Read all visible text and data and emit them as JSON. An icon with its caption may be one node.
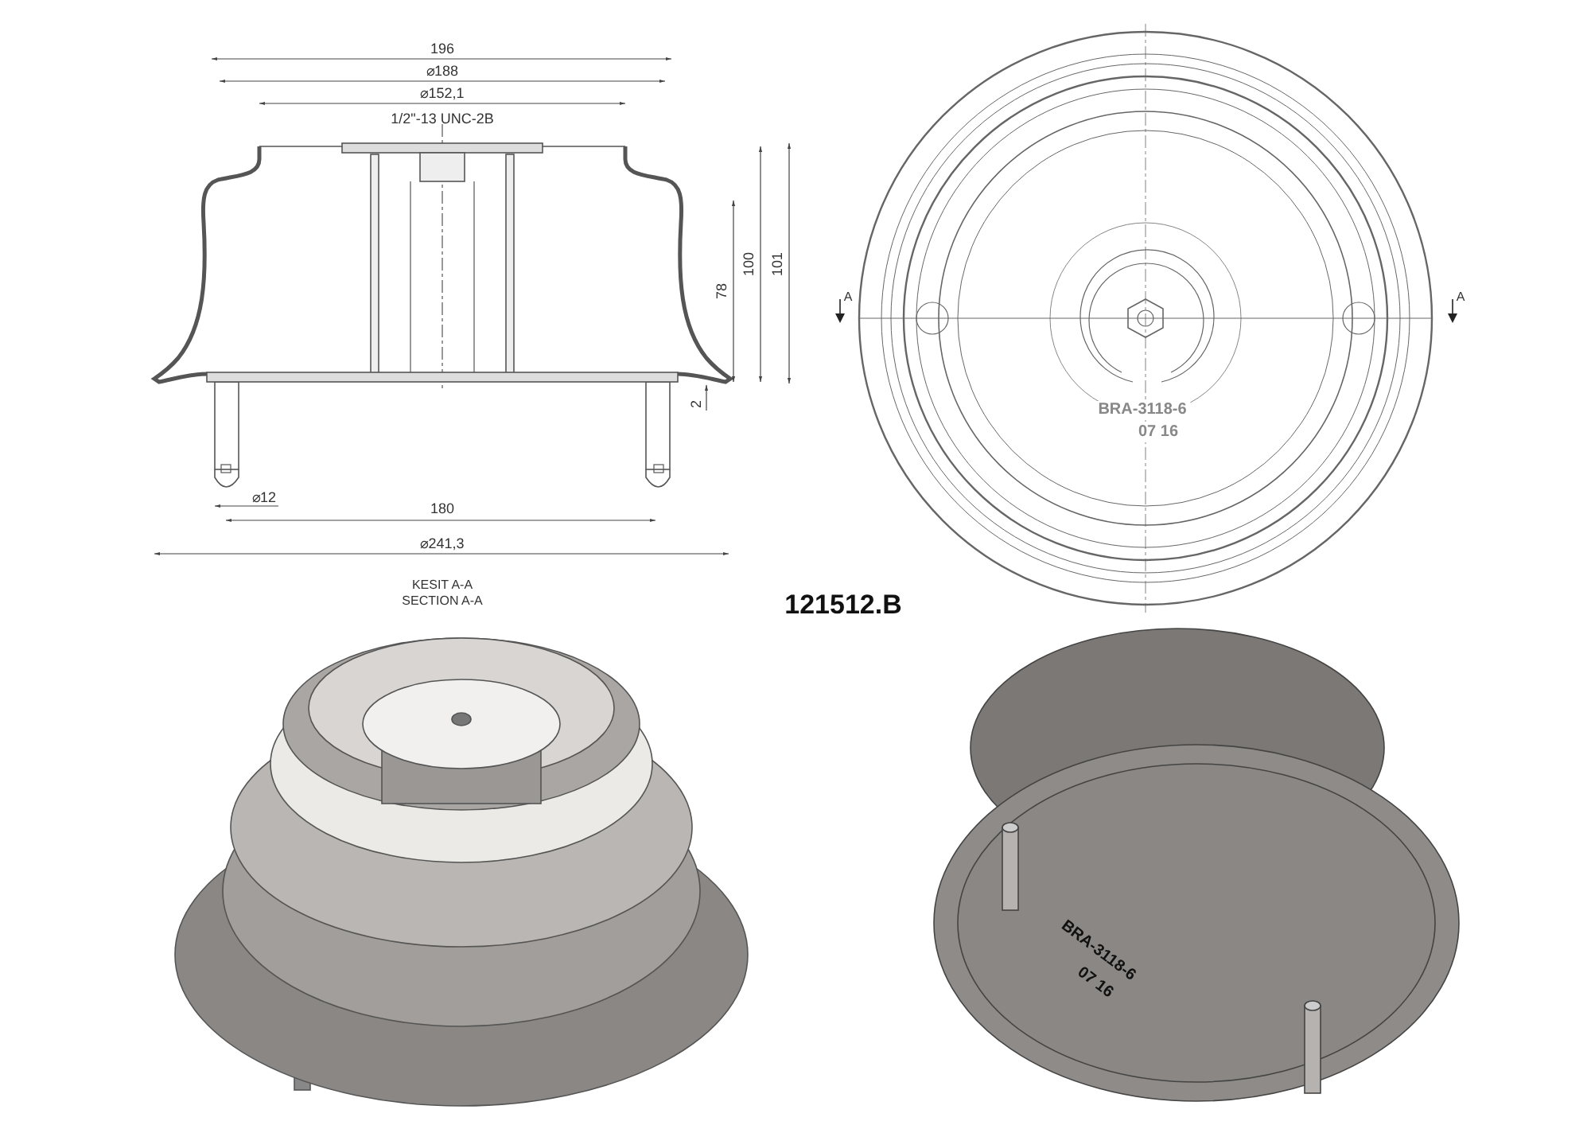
{
  "diagram": {
    "labels": [
      "196",
      "⌀188",
      "⌀152,1",
      "1/2\"-13 UNC-2B",
      "100",
      "78",
      "101",
      "2",
      "⌀12",
      "180",
      "⌀241,3",
      "A",
      "A",
      "BRA-3118-6",
      "07 16",
      "KESIT A-A",
      "SECTION A-A",
      "121512.B",
      "BRA-3118-6",
      "07 16"
    ]
  }
}
